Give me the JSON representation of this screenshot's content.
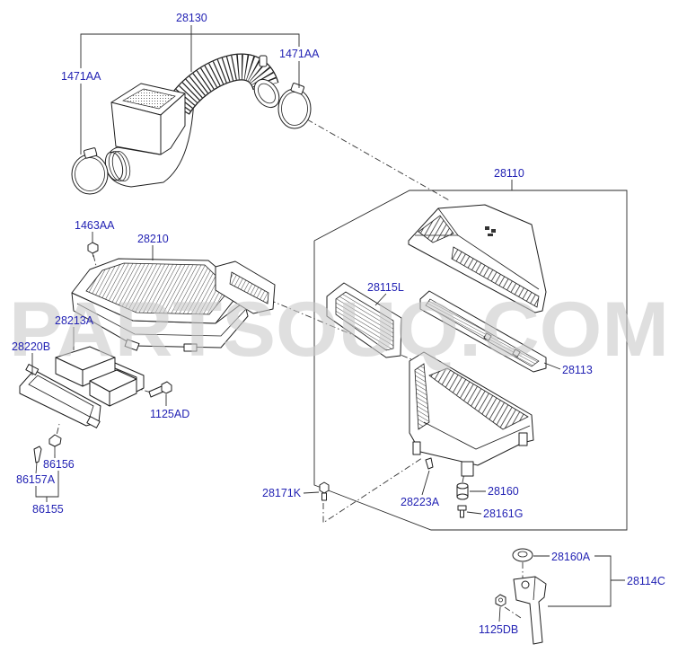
{
  "watermark": "PARTSOUQ.COM",
  "colors": {
    "label": "#2323b4",
    "line": "#1e1e1e",
    "watermark": "#c9c9c9",
    "background": "#ffffff"
  },
  "callouts": [
    "28130",
    "1471AA",
    "1471AA",
    "28110",
    "1463AA",
    "28210",
    "28115L",
    "28213A",
    "28220B",
    "28113",
    "1125AD",
    "86156",
    "86157A",
    "28160",
    "28171K",
    "28223A",
    "86155",
    "28161G",
    "28160A",
    "28114C",
    "1125DB"
  ]
}
